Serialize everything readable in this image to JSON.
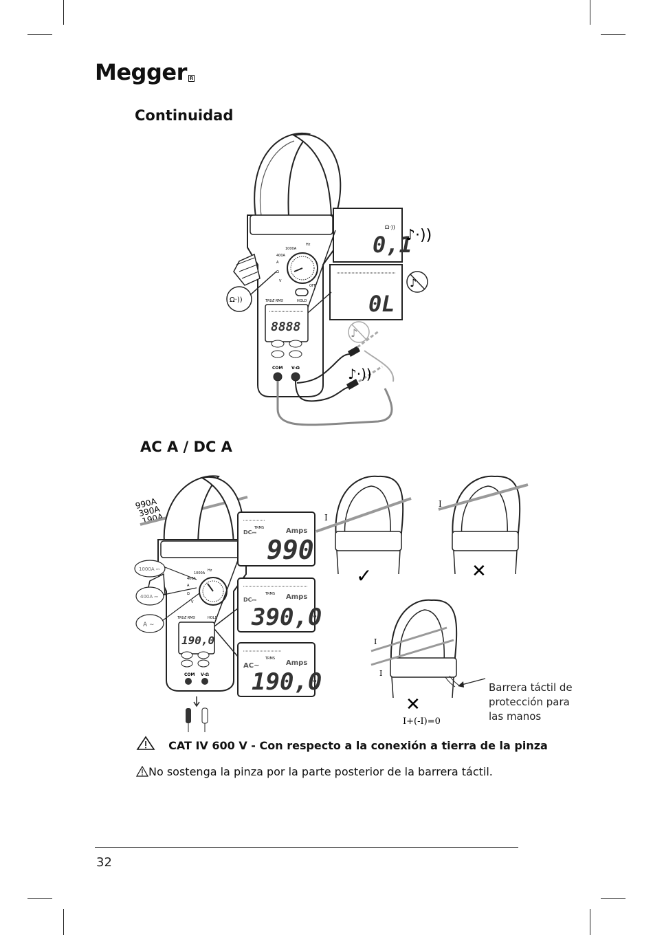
{
  "brand": {
    "name": "Megger",
    "mark": "R"
  },
  "sections": {
    "continuity": {
      "title": "Continuidad"
    },
    "acdc": {
      "title": "AC A / DC A"
    }
  },
  "meter": {
    "dial_marks": [
      "1000A",
      "400A",
      "A",
      "Hz",
      "Ω",
      "V",
      "OFF"
    ],
    "true_rms": "TRUE RMS",
    "hold": "HOLD",
    "display_default": "8888",
    "jacks": {
      "com": "COM",
      "v_ohm": "V-Ω"
    }
  },
  "continuity_figure": {
    "callout_symbol": "Ω·))",
    "lcd_top_value": "0,1",
    "lcd_top_symbol": "Ω·))",
    "lcd_bottom_value": "0L"
  },
  "acdc_figure": {
    "range_labels": [
      "990A",
      "390A",
      "190A"
    ],
    "dial_callouts": [
      "1000A ⎓",
      "400A ⎓",
      "A ∼"
    ],
    "lcds": [
      {
        "mode": "DC⎓",
        "unit": "Amps",
        "value": "990",
        "trms": "TRMS"
      },
      {
        "mode": "DC⎓",
        "unit": "Amps",
        "value": "390,0",
        "trms": "TRMS"
      },
      {
        "mode": "AC∼",
        "unit": "Amps",
        "value": "190,0",
        "trms": "TRMS"
      }
    ],
    "meter_display": "190,0",
    "current_label": "I",
    "check_mark": "✓",
    "cross_mark": "✕",
    "formula": "I+(-I)=0",
    "barrier_label": "Barrera táctil de protección para las manos"
  },
  "warnings": {
    "cat_rating": "CAT IV 600 V - Con respecto a la conexión a tierra de la pinza",
    "no_hold": "No sostenga la pinza por la parte posterior de la barrera táctil."
  },
  "footer": {
    "page_number": "32"
  }
}
